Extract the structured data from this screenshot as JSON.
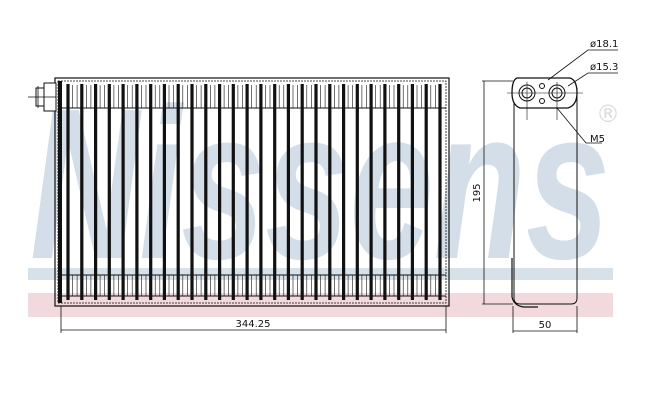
{
  "watermark": {
    "brand": "Nissens",
    "registered_mark": "®",
    "text_color": "#d3dee8",
    "blue_band_color": "#d7e1ea",
    "red_band_color": "#f1d9dd"
  },
  "drawing": {
    "subject": "evaporator",
    "front_view": {
      "width_dimension": "344.25",
      "tube_count": 28
    },
    "side_view": {
      "height_dimension": "195",
      "depth_dimension": "50",
      "callouts": [
        {
          "label": "ø18.1"
        },
        {
          "label": "ø15.3"
        },
        {
          "label": "M5"
        }
      ]
    }
  }
}
